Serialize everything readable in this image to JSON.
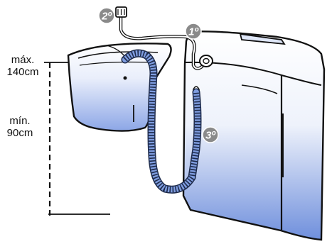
{
  "labels": {
    "max_line1": "máx.",
    "max_line2": "140cm",
    "min_line1": "mín.",
    "min_line2": "90cm"
  },
  "steps": {
    "step1": "1º",
    "step2": "2º",
    "step3": "3º"
  },
  "colors": {
    "step_badge": "#8a8a8a",
    "water_blue": "#6f8fdc",
    "outline": "#111111"
  },
  "icons": {
    "faucet": "faucet-icon",
    "hose_connector": "hose-connector-icon",
    "drain_hose": "drain-hose-icon"
  }
}
